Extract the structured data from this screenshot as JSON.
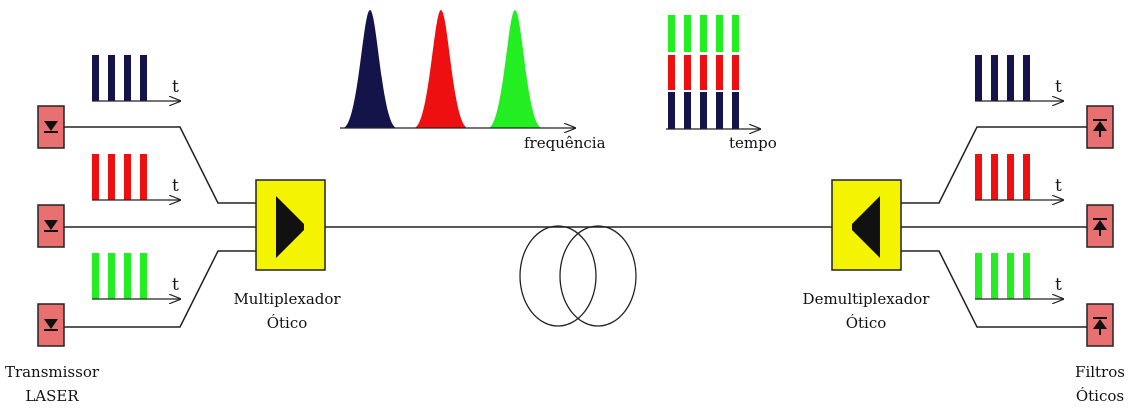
{
  "labels": {
    "transmitter_l1": "Transmissor",
    "transmitter_l2": "LASER",
    "mux_l1": "Multiplexador",
    "mux_l2": "Ótico",
    "demux_l1": "Demultiplexador",
    "demux_l2": "Ótico",
    "filters_l1": "Filtros",
    "filters_l2": "Óticos",
    "freq_axis": "frequência",
    "time_axis": "tempo",
    "t": "t"
  },
  "channels": [
    {
      "name": "blue",
      "color": "#14144a"
    },
    {
      "name": "red",
      "color": "#ee1010"
    },
    {
      "name": "green",
      "color": "#22ee22"
    }
  ],
  "colors": {
    "box_fill": "#f4f400",
    "device_fill": "#e87070",
    "line": "#222222"
  },
  "icons": {
    "transmitter": "laser-diode-icon",
    "filter": "photodiode-icon",
    "mux": "prism-icon",
    "fiber": "fiber-coil-icon"
  }
}
